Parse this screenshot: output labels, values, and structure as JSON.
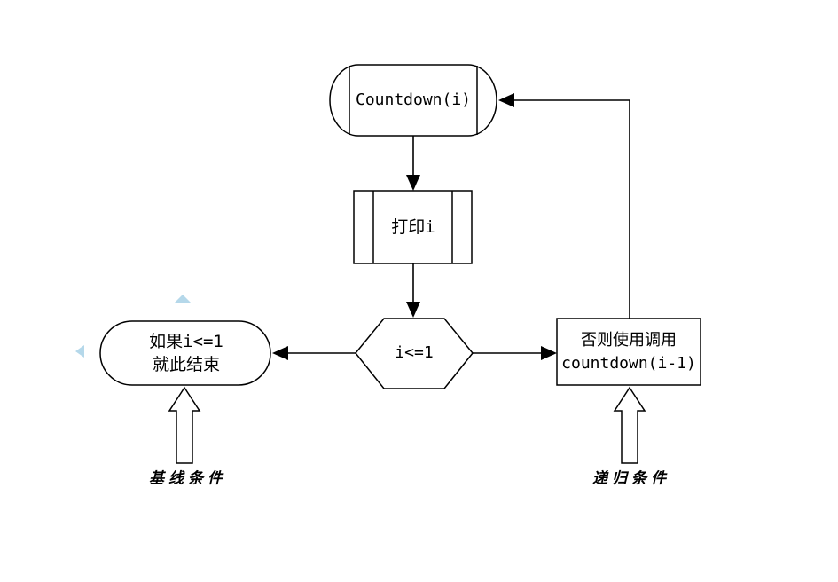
{
  "diagram": {
    "type": "flowchart",
    "nodes": {
      "start": {
        "label": "Countdown(i)",
        "shape": "terminator"
      },
      "print": {
        "label": "打印i",
        "shape": "predefined-process"
      },
      "decision": {
        "label": "i<=1",
        "shape": "hexagon"
      },
      "base_case": {
        "line1": "如果i<=1",
        "line2": "就此结束",
        "shape": "stadium"
      },
      "recursive_case": {
        "line1": "否则使用调用",
        "line2": "countdown(i-1)",
        "shape": "rectangle"
      }
    },
    "annotations": {
      "base": {
        "label": "基线条件"
      },
      "recursive": {
        "label": "递归条件"
      }
    },
    "edges": [
      {
        "from": "start",
        "to": "print"
      },
      {
        "from": "print",
        "to": "decision"
      },
      {
        "from": "decision",
        "to": "base_case"
      },
      {
        "from": "decision",
        "to": "recursive_case"
      },
      {
        "from": "recursive_case",
        "to": "start",
        "kind": "feedback-loop"
      }
    ],
    "colors": {
      "stroke": "#000000",
      "background": "#ffffff",
      "artifact_blue": "#b5d8ea"
    }
  }
}
